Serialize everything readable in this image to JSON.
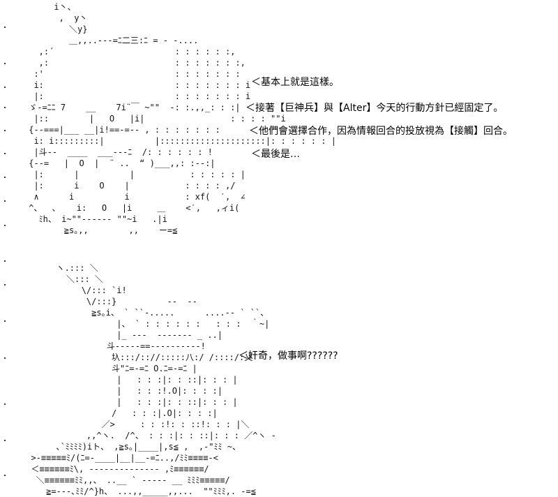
{
  "dialogue": {
    "line1": "＜基本上就是這樣。",
    "line2": "＜接著【巨神兵】與【Alter】今天的行動方針已經固定了。",
    "line3": "＜他們會選擇合作，因為情報回合的投放視為【接觸】回合。",
    "line4": "＜最後是…",
    "line5": "＜奸奇，做事啊??????"
  },
  "art": {
    "top": "      i丶、\n       ,  y丶\n         ＼y}\n         ＿,,..---=ﾆ二三:ﾆ = - -....\n   ,:´                        : : : : : :,\n   ,:                         : : : : : : :,\n  :'                          : : : : : : :\n  i:                          : : : : : : : i\n  |:                          : : : : : : : i\n ゞ-=ﾆﾆ 7    __    7i¨￣ ~\"\"  -: :.,,_: : :|\n  |::        |   O   |i|                 : : : : \"\"i\n {--===|___ __|i!==-=-- , : : : : : : :\n  i: i:::::::::|          |:::::::::::::::::::::|: : : : : : |\n  |斗--  ____  ___---ﾆ  /: : : : : : !\n {--=   |  O  |  ¨ ..  “ )___,,: :‐-:|\n  |:      |          |           : : : : : |\n  |:      i    O    |           : : : : ,/\n  ∧      i          i           : xf(  ˊ,  ∠\n ^、  ､    i:   O   |i     ＿    <ˊ,   ,ィi(\n   ﾐh、 i~\"\"--‐‐-- \"\"~i   .|i\n        ≧s｡,,        ,,    ー=≦",
    "bottom": "       ヽ.::: ＼\n         ＼::: ＼\n            \\/::: `i!\n             \\/:::}          ‐‐  ‐‐\n              ≧s｡i、 ` ``-.....      ....-- ` ``、\n                   |、 ` : : : : : :   : : :  ｀~|\n                   |_ ‐‐‐  ‐‐‐‐‐‐‐ _ ..|\n                 斗‐‐‐‐‐==‐‐‐‐‐‐‐‐‐‐!\n                  圦:::/:://:::::八:/ /::::/:乂\n                  斗\"ﾆ=-=ﾆ O.ﾆ=-=ﾆ |\n                   |   : : :|: : ::|: : : |\n                   |   : : :!.O|: : : :|\n                   |   : : :|: : ::|: : : |\n                  /   : : :|.O|: : : :|\n                ／>     : : :!: : ::!: : : |＼\n             ,,^ヽ.  /^、 : : :|: : ::|: : : ／^ヽ ‐\n       ､`ﾐﾐﾐﾐ)iト、 ,≧s｡|____|,s≦ ,  ,-\"ﾐﾐ ~、\n  >-≡≡≡≡≡ﾐ/(ﾆ=-____|__|__-=ﾆ..,/ﾐﾐ≡≡≡≡-<\n  ＜≡≡≡≡≡≡ﾐ\\, ‐‐‐‐‐‐‐‐‐‐‐‐‐‐ ,ﾐ≡≡≡≡≡≡/\n   ＼≡≡≡≡≡≡ﾐﾐ,,、 ..__ ` ‐‐‐‐‐ __ ﾐﾐﾐ≡≡≡≡≡/\n     ≧=---､ﾐﾐ/^}h、 ...,,_____,,...  \"\"ﾐﾐﾐ,. ‐=≦"
  }
}
